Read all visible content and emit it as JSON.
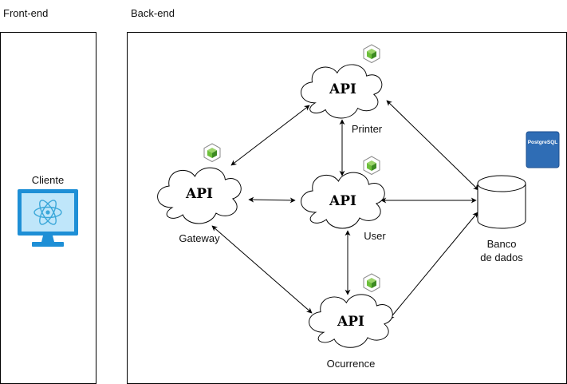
{
  "sections": {
    "frontend_label": "Front-end",
    "backend_label": "Back-end"
  },
  "client": {
    "label": "Cliente",
    "icon": "react-monitor-icon",
    "monitor_color": "#1e8fd6",
    "screen_color": "#bfe6fa",
    "react_color": "#3aa7d9"
  },
  "services": {
    "gateway": {
      "title": "API",
      "label": "Gateway"
    },
    "printer": {
      "title": "API",
      "label": "Printer"
    },
    "user": {
      "title": "API",
      "label": "User"
    },
    "ocurrence": {
      "title": "API",
      "label": "Ocurrence"
    }
  },
  "database": {
    "label_line1": "Banco",
    "label_line2": "de dados",
    "badge_text": "PostgreSQL",
    "badge_color": "#2f6db5"
  },
  "colors": {
    "node_icon_green": "#6cbf3a",
    "node_icon_dark": "#3d8a22"
  }
}
